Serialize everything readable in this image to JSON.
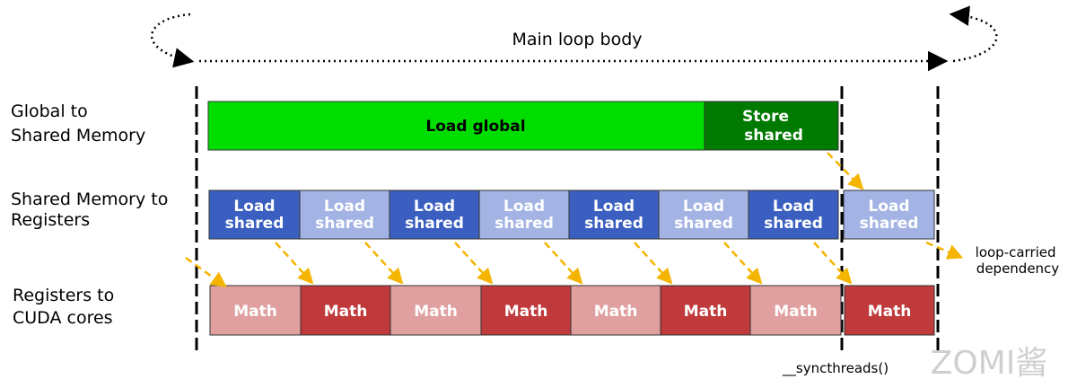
{
  "title": "Main loop body",
  "rows": [
    {
      "label_lines": [
        "Global to",
        "Shared Memory"
      ]
    },
    {
      "label_lines": [
        "Shared Memory to",
        "Registers"
      ]
    },
    {
      "label_lines": [
        "Registers to",
        "CUDA cores"
      ]
    }
  ],
  "global_blocks": [
    {
      "lines": [
        "Load global"
      ],
      "color": "#00dd00"
    },
    {
      "lines": [
        "Store",
        "shared"
      ],
      "color": "#007a00"
    }
  ],
  "shared_blocks": [
    {
      "lines": [
        "Load",
        "shared"
      ],
      "color": "#3a5fc0"
    },
    {
      "lines": [
        "Load",
        "shared"
      ],
      "color": "#a3b3e3"
    },
    {
      "lines": [
        "Load",
        "shared"
      ],
      "color": "#3a5fc0"
    },
    {
      "lines": [
        "Load",
        "shared"
      ],
      "color": "#a3b3e3"
    },
    {
      "lines": [
        "Load",
        "shared"
      ],
      "color": "#3a5fc0"
    },
    {
      "lines": [
        "Load",
        "shared"
      ],
      "color": "#a3b3e3"
    },
    {
      "lines": [
        "Load",
        "shared"
      ],
      "color": "#3a5fc0"
    },
    {
      "lines": [
        "Load",
        "shared"
      ],
      "color": "#a3b3e3"
    }
  ],
  "math_blocks": [
    {
      "lines": [
        "Math"
      ],
      "color": "#e0a0a0"
    },
    {
      "lines": [
        "Math"
      ],
      "color": "#c0393b"
    },
    {
      "lines": [
        "Math"
      ],
      "color": "#e0a0a0"
    },
    {
      "lines": [
        "Math"
      ],
      "color": "#c0393b"
    },
    {
      "lines": [
        "Math"
      ],
      "color": "#e0a0a0"
    },
    {
      "lines": [
        "Math"
      ],
      "color": "#c0393b"
    },
    {
      "lines": [
        "Math"
      ],
      "color": "#e0a0a0"
    },
    {
      "lines": [
        "Math"
      ],
      "color": "#c0393b"
    }
  ],
  "annotations": {
    "loop_carried": [
      "loop-carried",
      "dependency"
    ],
    "sync": "__syncthreads()",
    "watermark": "ZOMI酱"
  },
  "colors": {
    "arrow": "#f5b400",
    "line": "#000000",
    "watermark": "#cfcfcf"
  }
}
